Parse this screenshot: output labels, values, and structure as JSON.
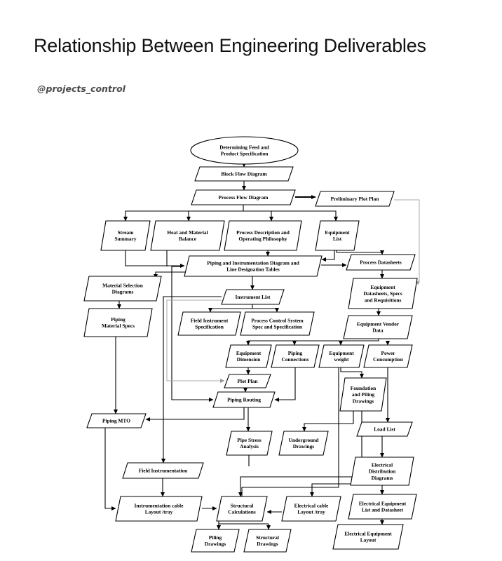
{
  "header": {
    "title": "Relationship Between Engineering Deliverables",
    "handle": "@projects_control"
  },
  "nodes": {
    "feed_spec": [
      "Determining Feed and",
      "Product Specification"
    ],
    "block_flow": [
      "Block Flow Diagram"
    ],
    "process_flow": [
      "Process Flow Diagram"
    ],
    "prelim_plot": [
      "Preliminary Plot Plan"
    ],
    "stream_summary": [
      "Stream",
      "Summary"
    ],
    "heat_material": [
      "Heat and Material",
      "Balance"
    ],
    "process_desc": [
      "Process Description and",
      "Operating Philosophy"
    ],
    "equipment_list": [
      "Equipment",
      "List"
    ],
    "pid": [
      "Piping and Instrumentation Diagram and",
      "Line Designation Tables"
    ],
    "process_datasheets": [
      "Process Datasheets"
    ],
    "material_selection": [
      "Material Selection",
      "Diagrams"
    ],
    "instrument_list": [
      "Instrument List"
    ],
    "equip_datasheets": [
      "Equipment",
      "Datasheets, Specs",
      "and Requisitions"
    ],
    "piping_material_specs": [
      "Piping",
      "Material Specs"
    ],
    "field_instr_spec": [
      "Field Instrument",
      "Specification"
    ],
    "pcs_spec": [
      "Process Control System",
      "Spec and Specification"
    ],
    "vendor_data": [
      "Equipment Vendor",
      "Data"
    ],
    "equip_dimension": [
      "Equipment",
      "Dimension"
    ],
    "piping_connections": [
      "Piping",
      "Connections"
    ],
    "equip_weight": [
      "Equipment",
      "weight"
    ],
    "power_consumption": [
      "Power",
      "Consumption"
    ],
    "plot_plan": [
      "Plot Plan"
    ],
    "foundation": [
      "Foundation",
      "and Piling",
      "Drawings"
    ],
    "piping_routing": [
      "Piping Routing"
    ],
    "piping_mto": [
      "Piping MTO"
    ],
    "load_list": [
      "Load List"
    ],
    "pipe_stress": [
      "Pipe Stress",
      "Analysis"
    ],
    "underground": [
      "Underground",
      "Drawings"
    ],
    "field_instrumentation": [
      "Field Instrumentation"
    ],
    "elec_distribution": [
      "Electrical",
      "Distribution",
      "Diagrams"
    ],
    "instr_cable": [
      "Instrumentation cable",
      "Layout /tray"
    ],
    "structural_calc": [
      "Structural",
      "Calculations"
    ],
    "elec_cable": [
      "Electrical cable",
      "Layout /tray"
    ],
    "elec_equip_list": [
      "Electrical Equipment",
      "List and Datasheet"
    ],
    "elec_equip_layout": [
      "Electrical Equipment",
      "Layout"
    ],
    "piling_drawings": [
      "Piling",
      "Drawings"
    ],
    "structural_drawings": [
      "Structural",
      "Drawings"
    ]
  }
}
